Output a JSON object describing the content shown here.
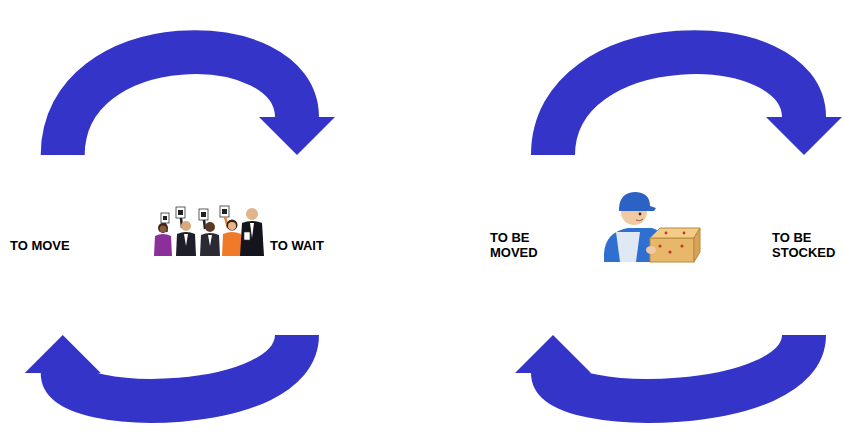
{
  "diagram": {
    "nodes": [
      {
        "text": [
          "TO MOVE"
        ]
      },
      {
        "text": [
          "TO WAIT"
        ]
      },
      {
        "text": [
          "TO BE MOVED"
        ]
      },
      {
        "text": [
          "TO BE STOCKED"
        ]
      }
    ],
    "edges": [
      {
        "from": 0,
        "to": 1,
        "arrow": "to"
      },
      {
        "from": 1,
        "to": 0,
        "arrow": "to"
      },
      {
        "from": 2,
        "to": 3,
        "arrow": "to"
      },
      {
        "from": 3,
        "to": 2,
        "arrow": "to"
      }
    ]
  }
}
